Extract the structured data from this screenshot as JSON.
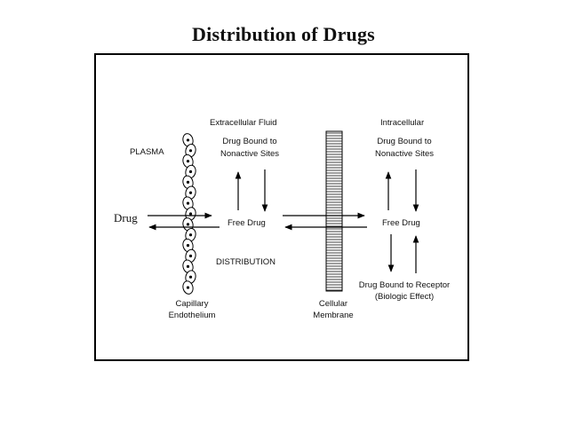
{
  "title": "Distribution of Drugs",
  "labels": {
    "extracellular_fluid": "Extracellular Fluid",
    "plasma": "PLASMA",
    "drug_bound_nonactive_left_1": "Drug Bound to",
    "drug_bound_nonactive_left_2": "Nonactive Sites",
    "intracellular": "Intracellular",
    "drug_bound_nonactive_right_1": "Drug Bound to",
    "drug_bound_nonactive_right_2": "Nonactive Sites",
    "drug": "Drug",
    "free_drug_left": "Free Drug",
    "free_drug_right": "Free Drug",
    "distribution": "DISTRIBUTION",
    "receptor_1": "Drug Bound to Receptor",
    "receptor_2": "(Biologic Effect)",
    "capillary_1": "Capillary",
    "capillary_2": "Endothelium",
    "cellular_1": "Cellular",
    "cellular_2": "Membrane"
  }
}
